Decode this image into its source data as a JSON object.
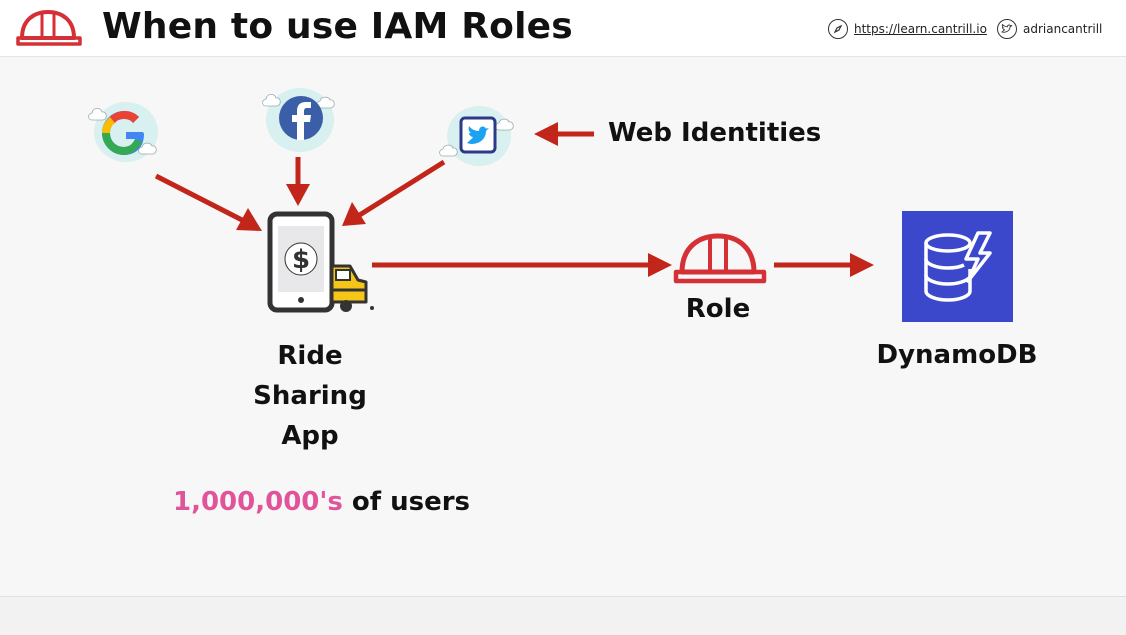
{
  "header": {
    "title": "When to use IAM Roles",
    "website": "https://learn.cantrill.io",
    "twitter": "adriancantrill"
  },
  "diagram": {
    "web_identities_label": "Web Identities",
    "app_label_lines": [
      "Ride",
      "Sharing",
      "App"
    ],
    "role_label": "Role",
    "service_label": "DynamoDB",
    "users_count": "1,000,000's",
    "users_suffix": "of users"
  },
  "icons": {
    "logo": "red-helmet-icon",
    "website": "compass-icon",
    "twitter": "twitter-bird-icon",
    "google": "google-cloud-icon",
    "facebook": "facebook-cloud-icon",
    "twitter_cloud": "twitter-cloud-icon",
    "app": "ride-sharing-phone-icon",
    "role": "role-helmet-icon",
    "dynamodb": "dynamodb-icon"
  },
  "colors": {
    "arrow": "#c2261a",
    "helmet": "#d43036",
    "dynamodb": "#3b48cc",
    "users_highlight": "#e0559a"
  }
}
